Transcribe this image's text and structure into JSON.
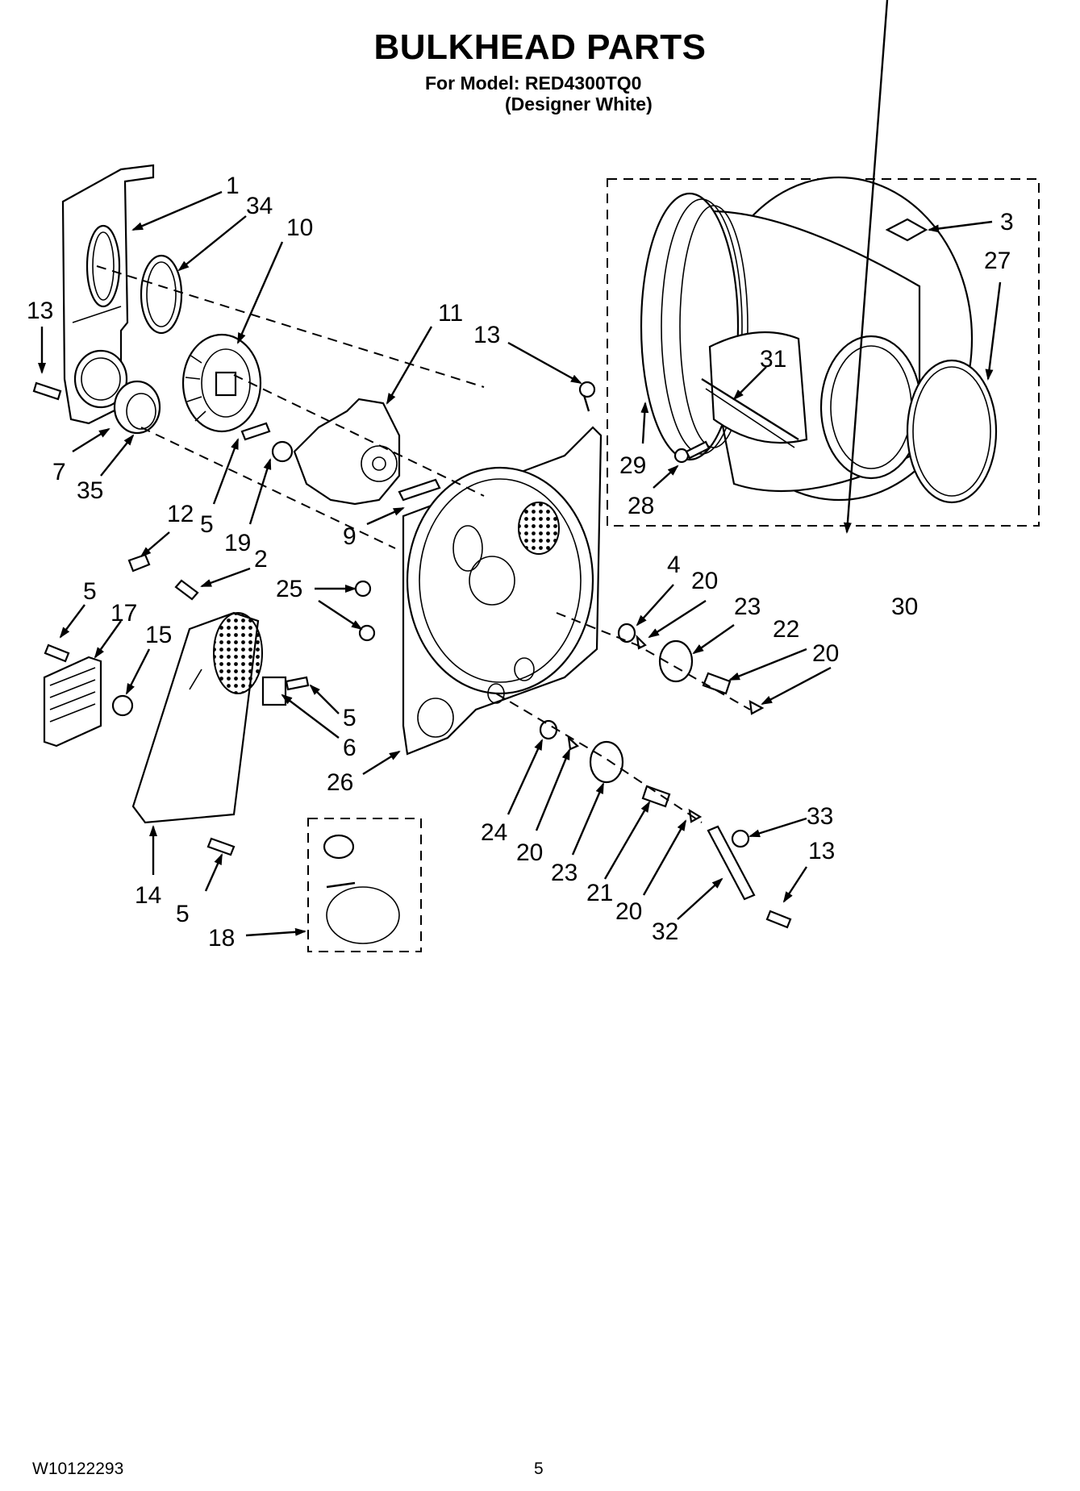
{
  "header": {
    "title": "BULKHEAD PARTS",
    "model_line": "For Model: RED4300TQ0",
    "variant_line": "(Designer White)"
  },
  "footer": {
    "doc_number": "W10122293",
    "page_number": "5"
  },
  "callouts": [
    "1",
    "34",
    "10",
    "13",
    "7",
    "35",
    "11",
    "13",
    "12",
    "5",
    "19",
    "9",
    "2",
    "25",
    "5",
    "17",
    "15",
    "5",
    "6",
    "26",
    "14",
    "5",
    "18",
    "3",
    "27",
    "31",
    "29",
    "28",
    "30",
    "4",
    "20",
    "23",
    "22",
    "20",
    "24",
    "20",
    "23",
    "21",
    "20",
    "33",
    "13",
    "32"
  ]
}
